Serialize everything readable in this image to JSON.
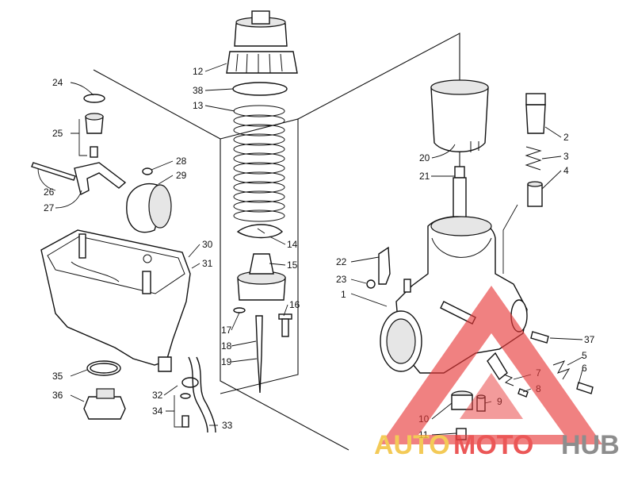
{
  "diagram": {
    "callouts": [
      "1",
      "2",
      "3",
      "4",
      "5",
      "6",
      "7",
      "8",
      "9",
      "10",
      "11",
      "12",
      "13",
      "14",
      "15",
      "16",
      "17",
      "18",
      "19",
      "20",
      "21",
      "22",
      "23",
      "24",
      "25",
      "26",
      "27",
      "28",
      "29",
      "30",
      "31",
      "32",
      "33",
      "34",
      "35",
      "36",
      "37",
      "38"
    ]
  },
  "watermark": {
    "brand_auto": "AUTO",
    "brand_moto": "MOTO",
    "brand_hub": "HUB",
    "colors": {
      "auto": "#f2c13a",
      "moto": "#e83a3a",
      "hub": "#7a7a7a",
      "triangle": "#e83a3a"
    }
  }
}
